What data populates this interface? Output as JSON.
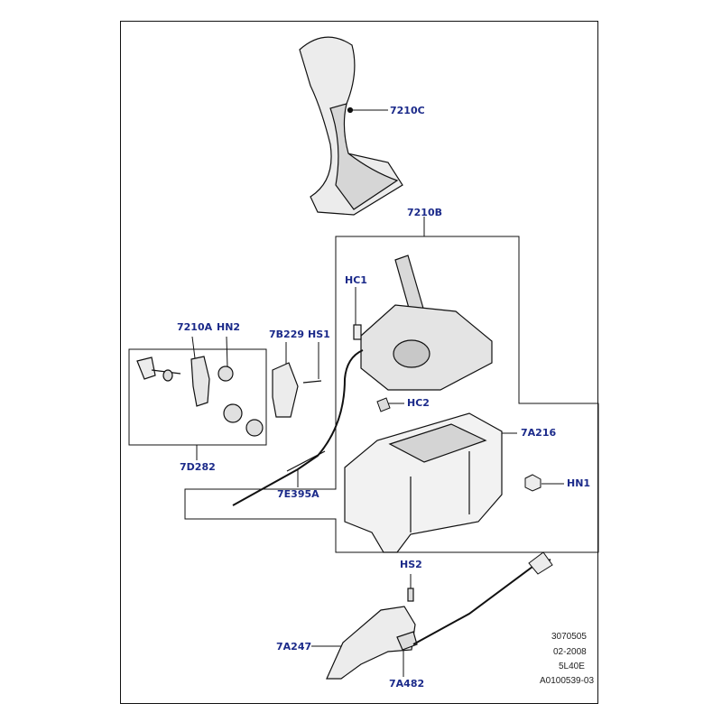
{
  "diagram": {
    "labels": {
      "knob": "7210C",
      "shifter_assembly": "7210B",
      "clip_hc1": "HC1",
      "lever_7210a": "7210A",
      "nut_hn2": "HN2",
      "bracket_7b229": "7B229",
      "screw_hs1": "HS1",
      "clip_hc2": "HC2",
      "housing_7a216": "7A216",
      "nut_hn1": "HN1",
      "kit_7d282": "7D282",
      "cable_7e395a": "7E395A",
      "screw_hs2": "HS2",
      "bracket_7a247": "7A247",
      "cable_7a482": "7A482"
    },
    "footer": {
      "line1": "3070505",
      "line2": "02-2008",
      "line3": "5L40E",
      "line4": "A0100539-03"
    },
    "colors": {
      "label": "#1b2a8a",
      "line": "#111111",
      "part_fill": "#f4f4f4",
      "part_shade": "#bdbdbd"
    }
  }
}
